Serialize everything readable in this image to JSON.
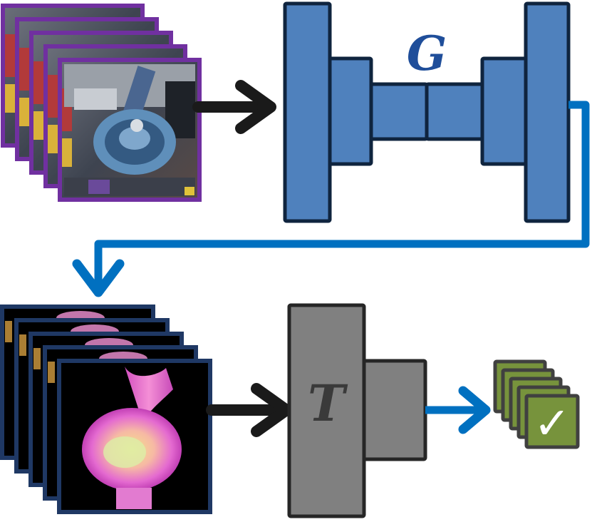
{
  "generator": {
    "label": "G",
    "fill": "#4f81bd",
    "stroke": "#0f243e"
  },
  "task_network": {
    "label": "T",
    "fill": "#808080",
    "stroke": "#262626"
  },
  "input_frames": {
    "border": "#7030a0",
    "count": 5
  },
  "generated_frames": {
    "border": "#1f3864",
    "count": 5
  },
  "outputs": {
    "fill": "#77933c",
    "stroke": "#404040",
    "count": 5,
    "check_glyph": "✓"
  },
  "colors": {
    "flow_arrow": "#0070c0",
    "black_arrow": "#1a1a1a"
  }
}
